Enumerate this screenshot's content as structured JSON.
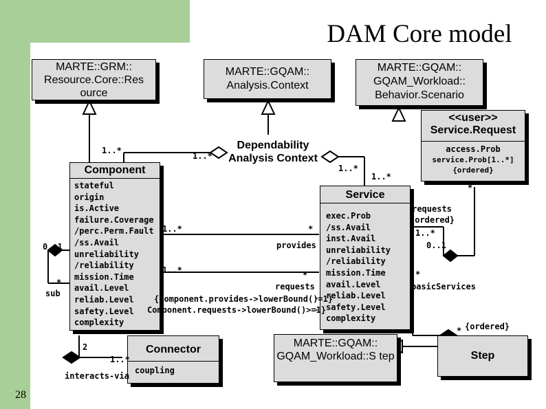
{
  "title": "DAM Core model",
  "page_number": "28",
  "grm_resource": "MARTE::GRM:: Resource.Core::Res ource",
  "gqam_analysis": "MARTE::GQAM:: Analysis.Context",
  "gqam_behavior": "MARTE::GQAM:: GQAM_Workload:: Behavior.Scenario",
  "service_request": {
    "stereotype": "<<user>>",
    "name": "Service.Request",
    "attributes": [
      "access.Prob",
      "service.Prob[1..*]{ordered}"
    ]
  },
  "dependability": "Dependability Analysis Context",
  "component": {
    "name": "Component",
    "attributes": [
      "stateful",
      "origin",
      "is.Active",
      "failure.Coverage",
      "/perc.Perm.Fault",
      "/ss.Avail",
      "unreliability",
      "/reliability",
      "mission.Time",
      "avail.Level",
      "reliab.Level",
      "safety.Level",
      "complexity"
    ]
  },
  "service": {
    "name": "Service",
    "attributes": [
      "exec.Prob",
      "/ss.Avail",
      "inst.Avail",
      "unreliability",
      "/reliability",
      "mission.Time",
      "avail.Level",
      "reliab.Level",
      "safety.Level",
      "complexity"
    ]
  },
  "connector": {
    "name": "Connector",
    "attributes": [
      "coupling"
    ]
  },
  "gqam_step": "MARTE::GQAM:: GQAM_Workload::S tep",
  "step": "Step",
  "labels": {
    "mult_comp_top": "1..*",
    "mult_dep_left": "1..*",
    "mult_dep_right": "1..*",
    "mult_service_top": "1..*",
    "mult_sr_star": "*",
    "requests_ordered": "requests {ordered}",
    "mult_requests_1": "1..*",
    "mult_requests_0": "0..1",
    "mult_prov_1": "1..*",
    "mult_prov_star": "*",
    "provides": "provides",
    "mult_req_1": "1..*",
    "mult_req_star": "*",
    "requests": "requests",
    "constraint_provides": "{Component.provides->lowerBound()=1}",
    "constraint_requests": "Component.requests->lowerBound()>=1}",
    "mult_01": "0..1",
    "star_left": "*",
    "sub": "sub",
    "two": "2",
    "mult_interacts": "1..*",
    "interacts_via": "interacts-via",
    "star_basic": "*",
    "basic_services": "basicServices",
    "star_step": "*",
    "ordered": "{ordered}"
  }
}
